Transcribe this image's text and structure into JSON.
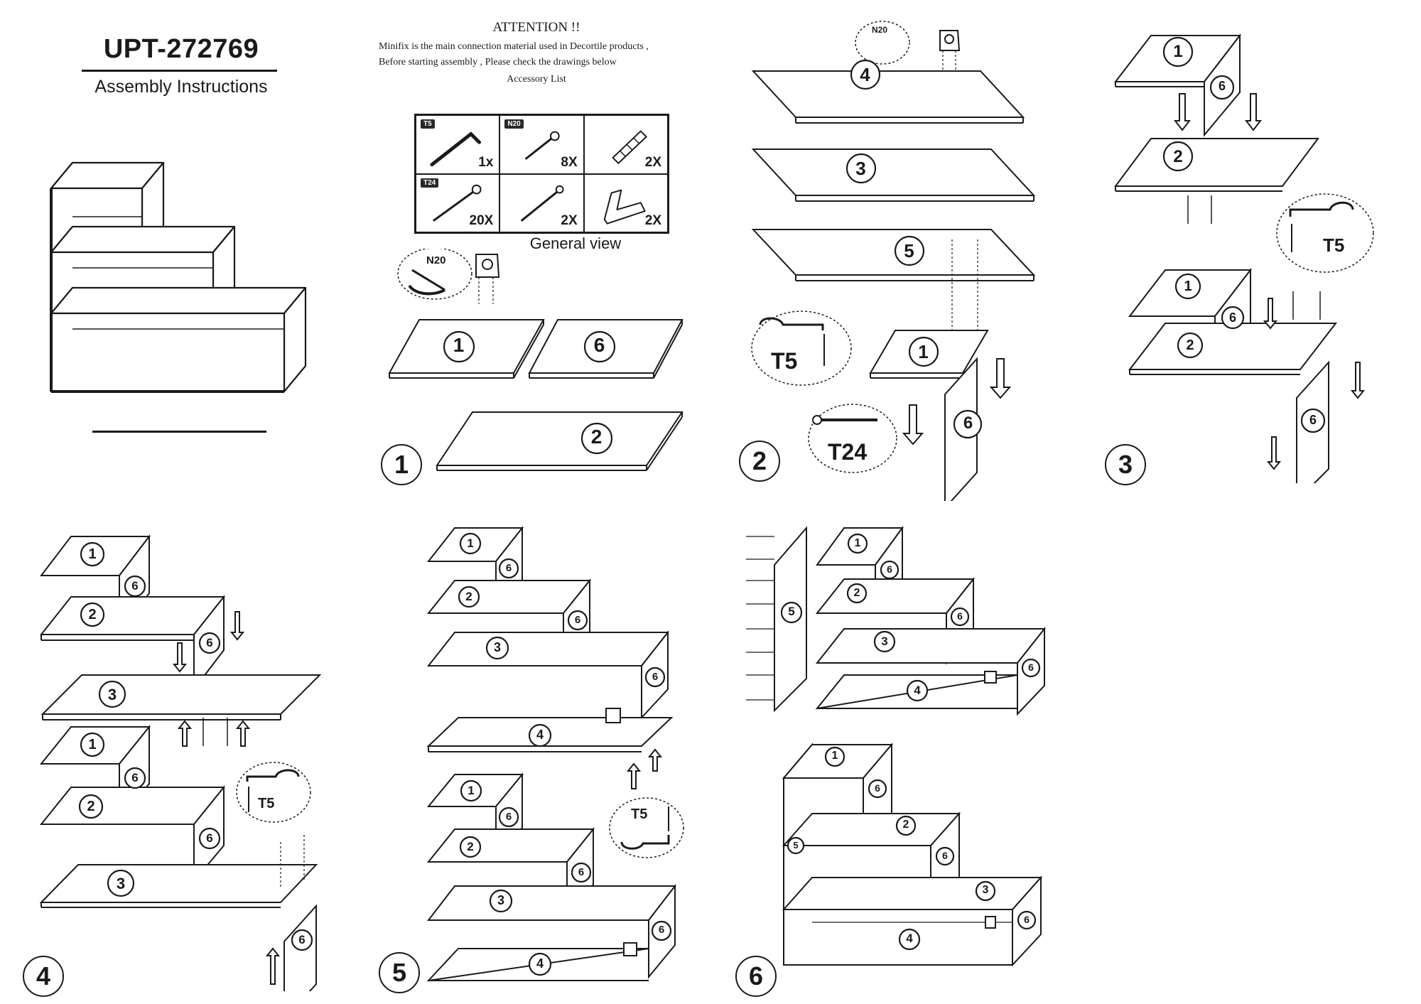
{
  "header": {
    "model": "UPT-272769",
    "subtitle": "Assembly Instructions"
  },
  "notice": {
    "attention": "ATTENTION !!",
    "line1": "Minifix is the main connection material  used in    Decortile products ,",
    "line2": "Before  starting assembly , Please check the drawings below",
    "accessory_list_title": "Accessory List"
  },
  "accessories": [
    {
      "code": "T5",
      "qty": "1x",
      "icon": "allen-key-icon"
    },
    {
      "code": "N20",
      "qty": "8X",
      "icon": "short-screw-icon"
    },
    {
      "code": "",
      "qty": "2X",
      "icon": "wall-plug-icon"
    },
    {
      "code": "T24",
      "qty": "20X",
      "icon": "long-screw-icon"
    },
    {
      "code": "",
      "qty": "2X",
      "icon": "wood-screw-icon"
    },
    {
      "code": "",
      "qty": "2X",
      "icon": "l-bracket-icon"
    }
  ],
  "general_view_label": "General view",
  "tool_labels": {
    "n20": "N20",
    "t5": "T5",
    "t24": "T24"
  },
  "steps": [
    {
      "number": "1"
    },
    {
      "number": "2"
    },
    {
      "number": "3"
    },
    {
      "number": "4"
    },
    {
      "number": "5"
    },
    {
      "number": "6"
    }
  ],
  "parts": {
    "p1": "1",
    "p2": "2",
    "p3": "3",
    "p4": "4",
    "p5": "5",
    "p6": "6"
  }
}
